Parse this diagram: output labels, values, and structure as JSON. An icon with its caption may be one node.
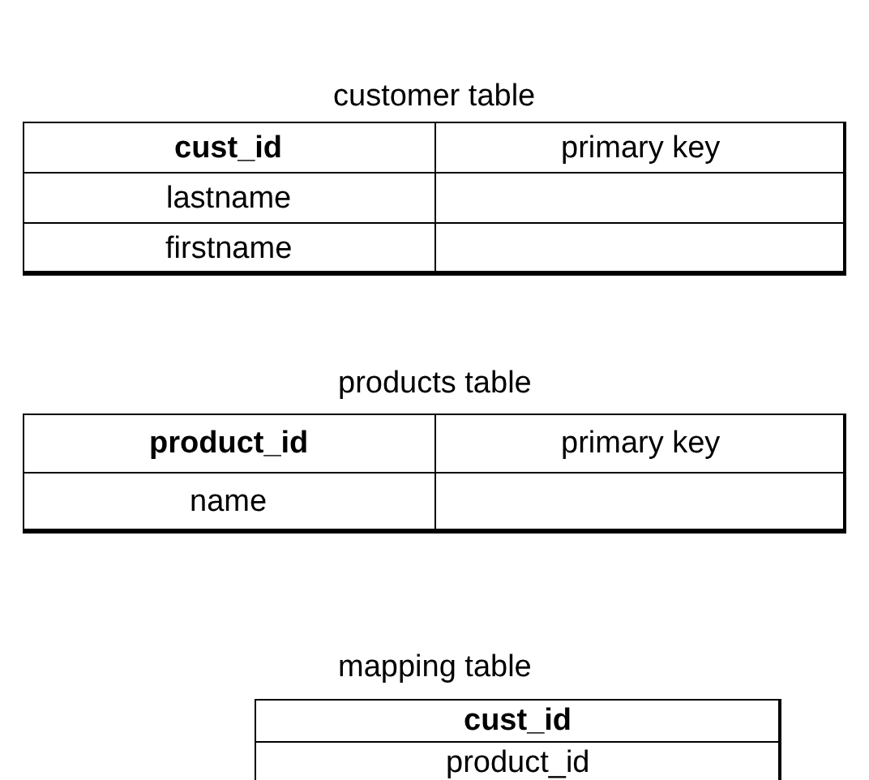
{
  "diagram": {
    "labels": [
      "customer table",
      "cust_id",
      "primary key",
      "lastname",
      "firstname",
      "products table",
      "product_id",
      "primary key",
      "name",
      "mapping table",
      "cust_id",
      "product_id"
    ]
  }
}
